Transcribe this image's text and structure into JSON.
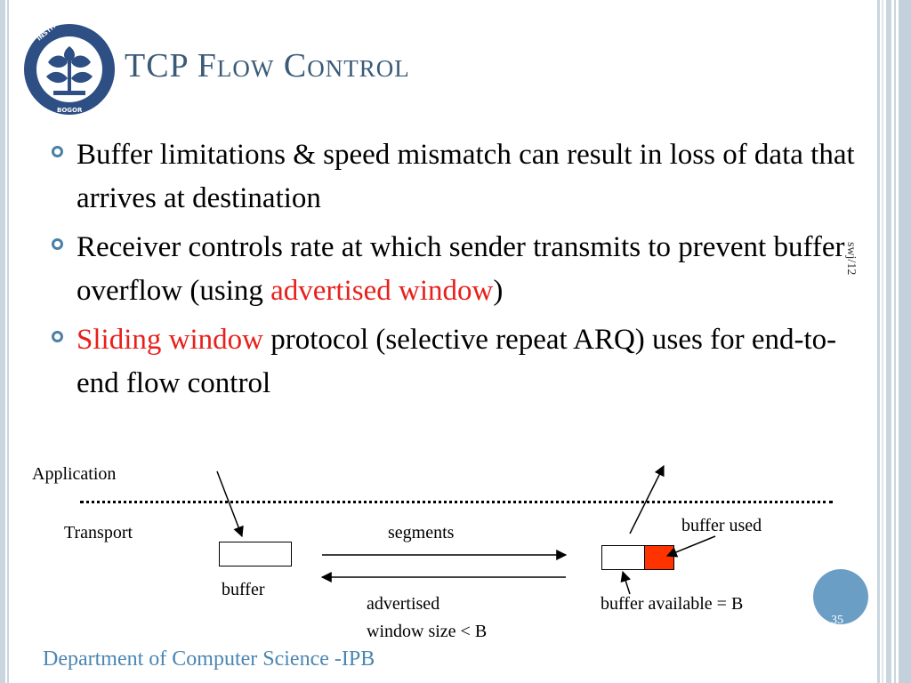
{
  "title": "TCP Flow Control",
  "bullets": [
    {
      "parts": [
        {
          "text": "Buffer limitations & speed mismatch can result in loss of data that arrives at destination",
          "highlight": false
        }
      ]
    },
    {
      "parts": [
        {
          "text": "Receiver controls rate at which sender transmits to prevent buffer overflow (using ",
          "highlight": false
        },
        {
          "text": "advertised window",
          "highlight": true
        },
        {
          "text": ")",
          "highlight": false
        }
      ]
    },
    {
      "parts": [
        {
          "text": "Sliding window",
          "highlight": true
        },
        {
          "text": " protocol (selective repeat ARQ) uses for end-to-end flow control",
          "highlight": false
        }
      ]
    }
  ],
  "side_note": "swj/12",
  "diagram": {
    "application_label": "Application",
    "transport_label": "Transport",
    "segments_label": "segments",
    "buffer_label": "buffer",
    "advertised_line1": "advertised",
    "advertised_line2": "window size < B",
    "buffer_used_label": "buffer used",
    "buffer_available_label": "buffer available = B"
  },
  "logo_text": {
    "top": "INSTITUT PERTANIAN",
    "bottom": "BOGOR"
  },
  "page_number": "35",
  "footer": "Department of Computer Science -IPB",
  "colors": {
    "title": "#3a5a78",
    "highlight": "#e8201c",
    "bullet": "#4a7fa8",
    "footer": "#4a86b3",
    "buffer_used": "#ff3300"
  }
}
